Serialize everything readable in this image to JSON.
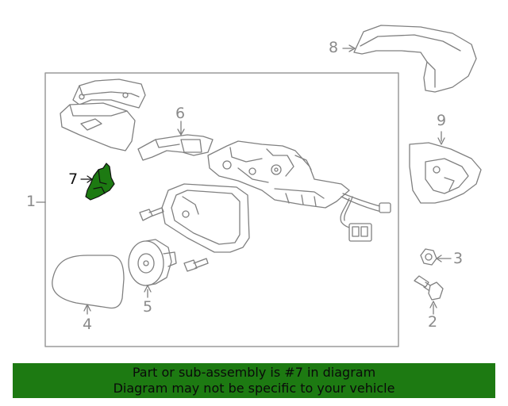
{
  "callouts": {
    "c1": "1",
    "c2": "2",
    "c3": "3",
    "c4": "4",
    "c5": "5",
    "c6": "6",
    "c7": "7",
    "c8": "8",
    "c9": "9"
  },
  "highlight_part": "7",
  "colors": {
    "highlight": "#1d7a12",
    "banner_bg": "#1d7a12",
    "line": "#808080",
    "frame": "#9a9a9a"
  },
  "banner": {
    "line1": "Part or sub-assembly is #7 in diagram",
    "line2": "Diagram may not be specific to your vehicle"
  }
}
